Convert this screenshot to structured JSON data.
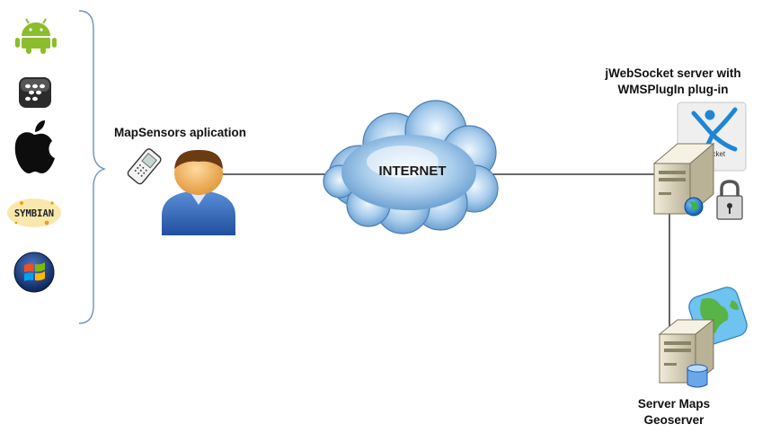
{
  "labels": {
    "app": "MapSensors aplication",
    "internet": "INTERNET",
    "jws_line1": "jWebSocket server with",
    "jws_line2": "WMSPlugIn plug-in",
    "maps_line1": "Server Maps",
    "maps_line2": "Geoserver",
    "symbian": "SYMBIAN",
    "websocket_fragment": "ocket"
  },
  "platform_icons": [
    "android-icon",
    "blackberry-icon",
    "apple-icon",
    "symbian-icon",
    "windows-icon"
  ],
  "colors": {
    "brace": "#6f8fc7",
    "connector": "#111111",
    "android": "#8cbd2c",
    "cloud_blue": "#8fbde3",
    "server_body": "#ddd6bf"
  }
}
